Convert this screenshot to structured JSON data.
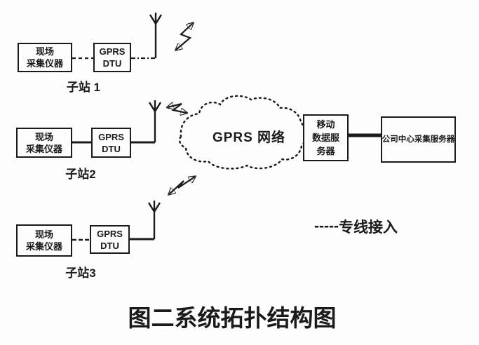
{
  "colors": {
    "ink": "#1a1a1a",
    "paper": "#fdfdfd"
  },
  "figure": {
    "caption": "图二系统拓扑结构图"
  },
  "substations": [
    {
      "label": "子站 1",
      "collector_lines": [
        "现场",
        "采集仪器"
      ],
      "dtu_lines": [
        "GPRS",
        "DTU"
      ]
    },
    {
      "label": "子站2",
      "collector_lines": [
        "现场",
        "采集仪器"
      ],
      "dtu_lines": [
        "GPRS",
        "DTU"
      ]
    },
    {
      "label": "子站3",
      "collector_lines": [
        "现场",
        "采集仪器"
      ],
      "dtu_lines": [
        "GPRS",
        "DTU"
      ]
    }
  ],
  "network_cloud": {
    "label": "GPRS 网络"
  },
  "servers": {
    "mobile_data_server_lines": [
      "移动",
      "数据服",
      "务器"
    ],
    "central_server_label": "公司中心采集服务器"
  },
  "legend": {
    "dashes": "-----",
    "label": "专线接入"
  }
}
